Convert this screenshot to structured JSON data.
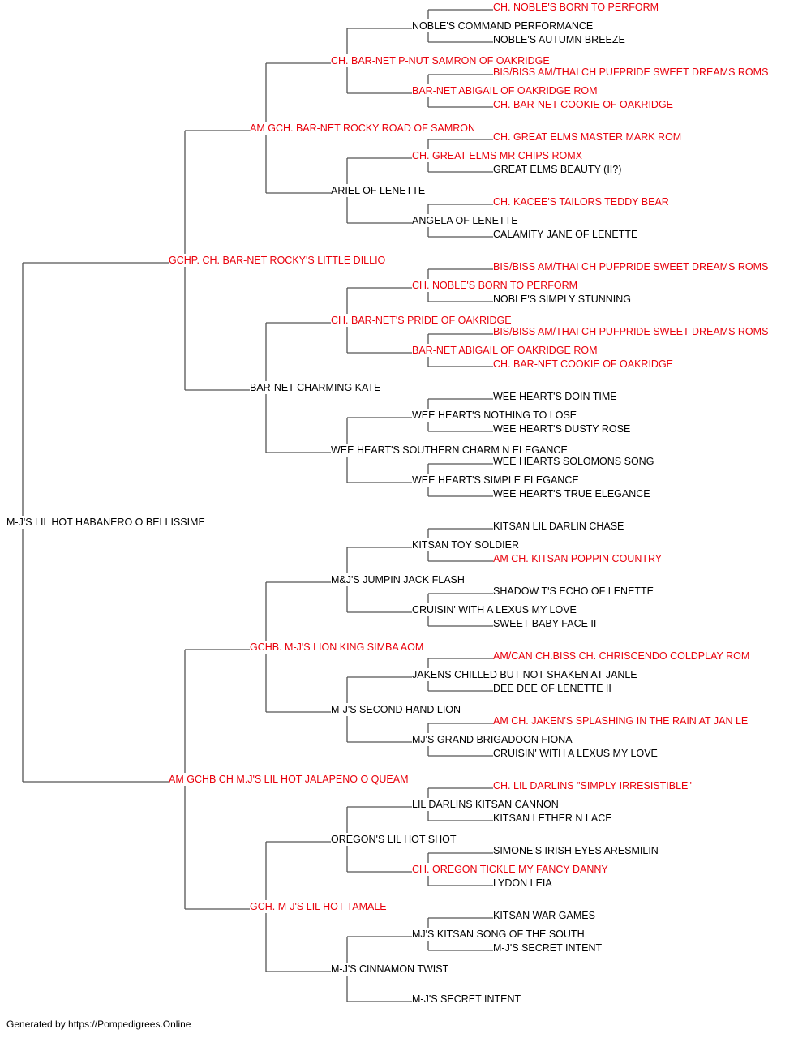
{
  "colors": {
    "champion": "#e8000b",
    "normal": "#000000",
    "line": "#555555"
  },
  "pedigree": {
    "name": "M-J'S LIL HOT HABANERO O BELLISSIME",
    "champion": false,
    "sire": {
      "name": "GCHP. CH. BAR-NET ROCKY'S LITTLE DILLIO",
      "champion": true,
      "sire": {
        "name": "AM GCH. BAR-NET ROCKY ROAD OF SAMRON",
        "champion": true,
        "sire": {
          "name": "CH. BAR-NET P-NUT SAMRON OF OAKRIDGE",
          "champion": true,
          "sire": {
            "name": "NOBLE'S COMMAND PERFORMANCE",
            "champion": false,
            "sire": {
              "name": "CH. NOBLE'S BORN TO PERFORM",
              "champion": true
            },
            "dam": {
              "name": "NOBLE'S AUTUMN BREEZE",
              "champion": false
            }
          },
          "dam": {
            "name": "BAR-NET ABIGAIL OF OAKRIDGE ROM",
            "champion": true,
            "sire": {
              "name": "BIS/BISS AM/THAI CH PUFPRIDE SWEET DREAMS ROMS",
              "champion": true
            },
            "dam": {
              "name": "CH. BAR-NET COOKIE OF OAKRIDGE",
              "champion": true
            }
          }
        },
        "dam": {
          "name": "ARIEL OF LENETTE",
          "champion": false,
          "sire": {
            "name": "CH. GREAT ELMS MR CHIPS ROMX",
            "champion": true,
            "sire": {
              "name": "CH. GREAT ELMS MASTER MARK ROM",
              "champion": true
            },
            "dam": {
              "name": "GREAT ELMS BEAUTY (II?)",
              "champion": false
            }
          },
          "dam": {
            "name": "ANGELA OF LENETTE",
            "champion": false,
            "sire": {
              "name": "CH. KACEE'S TAILORS TEDDY BEAR",
              "champion": true
            },
            "dam": {
              "name": "CALAMITY JANE OF LENETTE",
              "champion": false
            }
          }
        }
      },
      "dam": {
        "name": "BAR-NET CHARMING KATE",
        "champion": false,
        "sire": {
          "name": "CH. BAR-NET'S PRIDE OF OAKRIDGE",
          "champion": true,
          "sire": {
            "name": "CH. NOBLE'S BORN TO PERFORM",
            "champion": true,
            "sire": {
              "name": "BIS/BISS AM/THAI CH PUFPRIDE SWEET DREAMS ROMS",
              "champion": true
            },
            "dam": {
              "name": "NOBLE'S SIMPLY STUNNING",
              "champion": false
            }
          },
          "dam": {
            "name": "BAR-NET ABIGAIL OF OAKRIDGE ROM",
            "champion": true,
            "sire": {
              "name": "BIS/BISS AM/THAI CH PUFPRIDE SWEET DREAMS ROMS",
              "champion": true
            },
            "dam": {
              "name": "CH. BAR-NET COOKIE OF OAKRIDGE",
              "champion": true
            }
          }
        },
        "dam": {
          "name": "WEE HEART'S SOUTHERN CHARM N ELEGANCE",
          "champion": false,
          "sire": {
            "name": "WEE HEART'S NOTHING TO LOSE",
            "champion": false,
            "sire": {
              "name": "WEE HEART'S DOIN TIME",
              "champion": false
            },
            "dam": {
              "name": "WEE HEART'S DUSTY ROSE",
              "champion": false
            }
          },
          "dam": {
            "name": "WEE HEART'S SIMPLE ELEGANCE",
            "champion": false,
            "sire": {
              "name": "WEE HEARTS SOLOMONS SONG",
              "champion": false
            },
            "dam": {
              "name": "WEE HEART'S TRUE ELEGANCE",
              "champion": false
            }
          }
        }
      }
    },
    "dam": {
      "name": "AM GCHB CH M.J'S LIL HOT JALAPENO O QUEAM",
      "champion": true,
      "sire": {
        "name": "GCHB. M-J'S LION KING SIMBA AOM",
        "champion": true,
        "sire": {
          "name": "M&J'S JUMPIN JACK FLASH",
          "champion": false,
          "sire": {
            "name": "KITSAN TOY SOLDIER",
            "champion": false,
            "sire": {
              "name": "KITSAN LIL DARLIN CHASE",
              "champion": false
            },
            "dam": {
              "name": "AM CH. KITSAN POPPIN COUNTRY",
              "champion": true
            }
          },
          "dam": {
            "name": "CRUISIN' WITH A LEXUS MY LOVE",
            "champion": false,
            "sire": {
              "name": "SHADOW T'S ECHO OF LENETTE",
              "champion": false
            },
            "dam": {
              "name": "SWEET BABY FACE II",
              "champion": false
            }
          }
        },
        "dam": {
          "name": "M-J'S SECOND HAND LION",
          "champion": false,
          "sire": {
            "name": "JAKENS CHILLED BUT NOT SHAKEN AT JANLE",
            "champion": false,
            "sire": {
              "name": "AM/CAN CH.BISS CH. CHRISCENDO COLDPLAY ROM",
              "champion": true
            },
            "dam": {
              "name": "DEE DEE OF LENETTE II",
              "champion": false
            }
          },
          "dam": {
            "name": "MJ'S GRAND BRIGADOON FIONA",
            "champion": false,
            "sire": {
              "name": "AM CH. JAKEN'S SPLASHING IN THE RAIN AT JAN LE",
              "champion": true
            },
            "dam": {
              "name": "CRUISIN' WITH A LEXUS MY LOVE",
              "champion": false
            }
          }
        }
      },
      "dam": {
        "name": "GCH. M-J'S LIL HOT TAMALE",
        "champion": true,
        "sire": {
          "name": "OREGON'S LIL HOT SHOT",
          "champion": false,
          "sire": {
            "name": "LIL DARLINS KITSAN CANNON",
            "champion": false,
            "sire": {
              "name": "CH. LIL DARLINS \"SIMPLY IRRESISTIBLE\"",
              "champion": true
            },
            "dam": {
              "name": "KITSAN LETHER N LACE",
              "champion": false
            }
          },
          "dam": {
            "name": "CH. OREGON TICKLE MY FANCY DANNY",
            "champion": true,
            "sire": {
              "name": "SIMONE'S IRISH EYES ARESMILIN",
              "champion": false
            },
            "dam": {
              "name": "LYDON LEIA",
              "champion": false
            }
          }
        },
        "dam": {
          "name": "M-J'S CINNAMON TWIST",
          "champion": false,
          "sire": {
            "name": "MJ'S KITSAN SONG OF THE SOUTH",
            "champion": false,
            "sire": {
              "name": "KITSAN WAR GAMES",
              "champion": false
            },
            "dam": {
              "name": "M-J'S SECRET INTENT",
              "champion": false
            }
          },
          "dam": {
            "name": "M-J'S SECRET INTENT",
            "champion": false
          }
        }
      }
    }
  },
  "footer": "Generated by https://Pompedigrees.Online"
}
